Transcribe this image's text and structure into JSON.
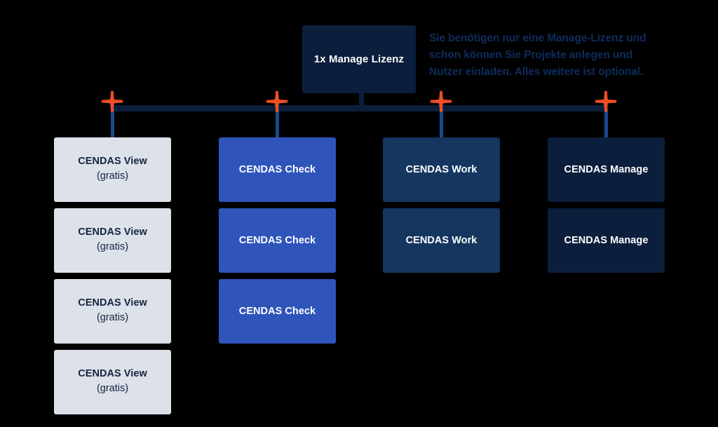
{
  "diagram": {
    "title_box": {
      "label": "1x Manage Lizenz",
      "color": "#0b1e3c"
    },
    "caption": {
      "lines": [
        "Sie benötigen nur eine Manage-Lizenz und",
        "schon können Sie Projekte anlegen und",
        "Nutzer einladen. Alles weitere ist optional."
      ],
      "color": "#0f2c5c"
    },
    "connector": {
      "bus_color": "#0b1e3c",
      "drop_color": "#1a4a8a",
      "plus_color": "#f04e23",
      "plus_icon_name": "plus-icon"
    },
    "columns": [
      {
        "id": "view",
        "product": "CENDAS View",
        "sublabel": "(gratis)",
        "color": "#dde1ea",
        "text_color": "#14253f",
        "count": 4,
        "cards": [
          {
            "title": "CENDAS View",
            "sub": "(gratis)"
          },
          {
            "title": "CENDAS View",
            "sub": "(gratis)"
          },
          {
            "title": "CENDAS View",
            "sub": "(gratis)"
          },
          {
            "title": "CENDAS View",
            "sub": "(gratis)"
          }
        ]
      },
      {
        "id": "check",
        "product": "CENDAS Check",
        "sublabel": "",
        "color": "#2f55bb",
        "text_color": "#ffffff",
        "count": 3,
        "cards": [
          {
            "title": "CENDAS Check",
            "sub": ""
          },
          {
            "title": "CENDAS Check",
            "sub": ""
          },
          {
            "title": "CENDAS Check",
            "sub": ""
          }
        ]
      },
      {
        "id": "work",
        "product": "CENDAS Work",
        "sublabel": "",
        "color": "#14365f",
        "text_color": "#ffffff",
        "count": 2,
        "cards": [
          {
            "title": "CENDAS Work",
            "sub": ""
          },
          {
            "title": "CENDAS Work",
            "sub": ""
          }
        ]
      },
      {
        "id": "manage",
        "product": "CENDAS Manage",
        "sublabel": "",
        "color": "#0b1e3c",
        "text_color": "#ffffff",
        "count": 2,
        "cards": [
          {
            "title": "CENDAS Manage",
            "sub": ""
          },
          {
            "title": "CENDAS Manage",
            "sub": ""
          }
        ]
      }
    ]
  }
}
